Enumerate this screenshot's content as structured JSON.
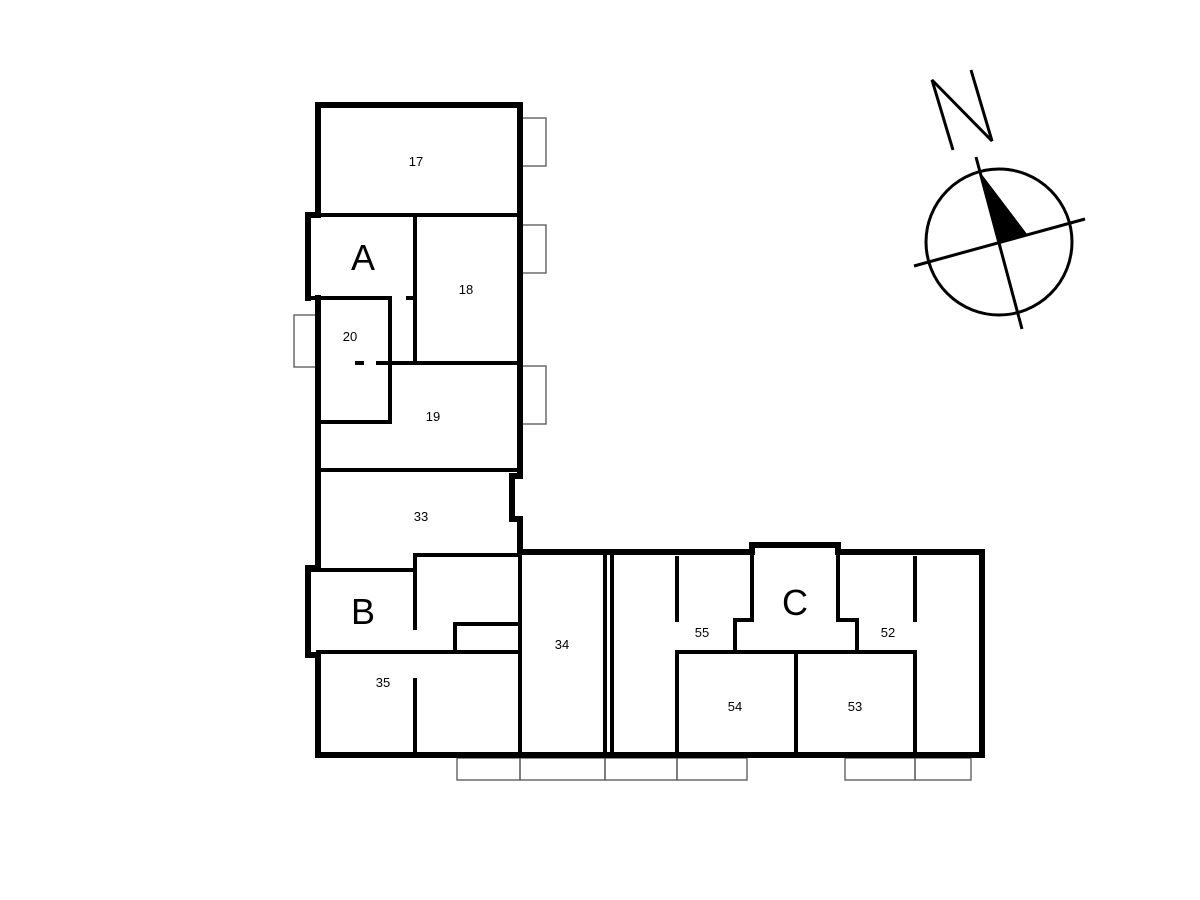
{
  "plan": {
    "rooms": {
      "r17": "17",
      "r18": "18",
      "r19": "19",
      "r20": "20",
      "r33": "33",
      "r34": "34",
      "r35": "35",
      "r52": "52",
      "r53": "53",
      "r54": "54",
      "r55": "55"
    },
    "stairwells": {
      "a": "A",
      "b": "B",
      "c": "C"
    }
  },
  "compass": {
    "icon": "north-arrow-compass-icon"
  }
}
